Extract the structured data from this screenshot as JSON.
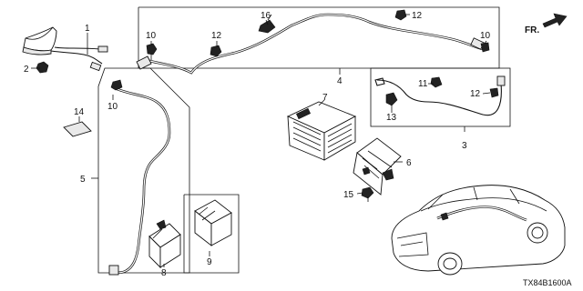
{
  "callouts": [
    {
      "id": "c1",
      "label": "1"
    },
    {
      "id": "c2",
      "label": "2"
    },
    {
      "id": "c3",
      "label": "3"
    },
    {
      "id": "c4",
      "label": "4"
    },
    {
      "id": "c5",
      "label": "5"
    },
    {
      "id": "c6",
      "label": "6"
    },
    {
      "id": "c7",
      "label": "7"
    },
    {
      "id": "c8",
      "label": "8"
    },
    {
      "id": "c9",
      "label": "9"
    },
    {
      "id": "c10a",
      "label": "10"
    },
    {
      "id": "c10b",
      "label": "10"
    },
    {
      "id": "c10c",
      "label": "10"
    },
    {
      "id": "c11",
      "label": "11"
    },
    {
      "id": "c12a",
      "label": "12"
    },
    {
      "id": "c12b",
      "label": "12"
    },
    {
      "id": "c12c",
      "label": "12"
    },
    {
      "id": "c13",
      "label": "13"
    },
    {
      "id": "c14",
      "label": "14"
    },
    {
      "id": "c15",
      "label": "15"
    },
    {
      "id": "c16",
      "label": "16"
    }
  ],
  "direction_label": "FR.",
  "diagram_code": "TX84B1600A"
}
